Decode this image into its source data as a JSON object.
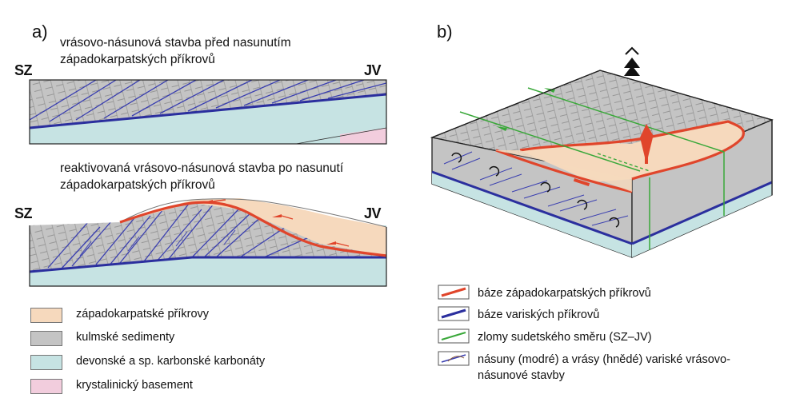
{
  "panel_a": {
    "label": "a)",
    "top_caption_line1": "vrásovo-násunová stavba před nasunutím",
    "top_caption_line2": "západokarpatských příkrovů",
    "bottom_caption_line1": "reaktivovaná vrásovo-násunová stavba po nasunutí",
    "bottom_caption_line2": "západokarpatských příkrovů",
    "west_label": "SZ",
    "east_label": "JV"
  },
  "panel_b": {
    "label": "b)"
  },
  "legend_a": [
    {
      "key": "nappes",
      "label": "západokarpatské příkrovy",
      "color": "#f6d9bd"
    },
    {
      "key": "culm",
      "label": "kulmské sedimenty",
      "color": "#c4c4c4"
    },
    {
      "key": "carbonates",
      "label": "devonské a sp. karbonské karbonáty",
      "color": "#c6e3e3"
    },
    {
      "key": "basement",
      "label": "krystalinický basement",
      "color": "#f2cddd"
    }
  ],
  "legend_b": [
    {
      "key": "wc-base",
      "label": "báze západokarpatských příkrovů",
      "color": "#e0452b"
    },
    {
      "key": "variscan-base",
      "label": "báze variských příkrovů",
      "color": "#2b2f9e"
    },
    {
      "key": "sudetic-faults",
      "label": "zlomy sudetského směru (SZ–JV)",
      "color": "#3aa83a"
    },
    {
      "key": "thrusts-folds",
      "label_line1": "násuny (modré) a vrásy (hnědé) variské vrásovo-",
      "label_line2": "násunové stavby",
      "color": "#3a3fb0"
    }
  ],
  "colors": {
    "nappe_fill": "#f6d9bd",
    "culm_fill": "#c4c4c4",
    "carbonate_fill": "#c6e3e3",
    "basement_fill": "#f2cddd",
    "red_line": "#e0452b",
    "blue_line": "#2b2f9e",
    "green_line": "#3aa83a"
  },
  "icons": {
    "north_arrow": "north-arrow-icon"
  }
}
